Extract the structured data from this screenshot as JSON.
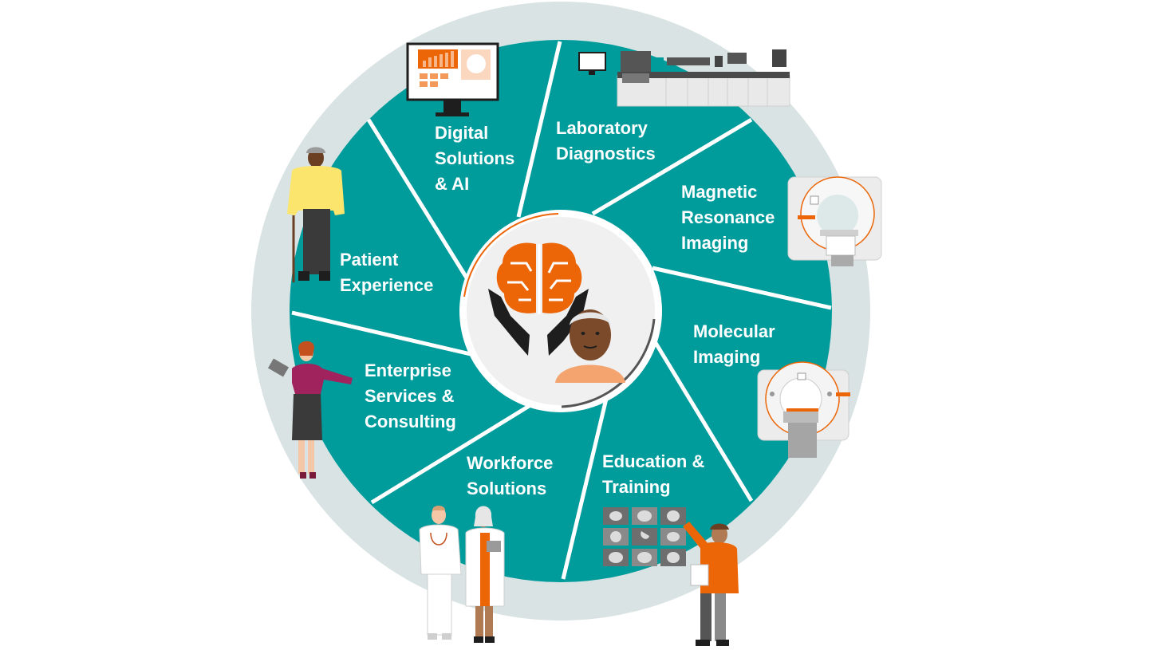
{
  "diagram": {
    "colors": {
      "outer_ring": "#d9e3e3",
      "segment": "#009b9b",
      "divider": "#ffffff",
      "center_bg": "#f0f0f0",
      "accent_orange": "#ec6608",
      "dark": "#1e1e1e"
    },
    "segments": [
      {
        "id": "digital",
        "lines": [
          "Digital",
          "Solutions",
          "& AI"
        ],
        "icon": "monitor-dashboard-icon"
      },
      {
        "id": "lab",
        "lines": [
          "Laboratory",
          "Diagnostics"
        ],
        "icon": "lab-analyzer-icon"
      },
      {
        "id": "mri",
        "lines": [
          "Magnetic",
          "Resonance",
          "Imaging"
        ],
        "icon": "mri-scanner-icon"
      },
      {
        "id": "molecular",
        "lines": [
          "Molecular",
          "Imaging"
        ],
        "icon": "pet-ct-scanner-icon"
      },
      {
        "id": "education",
        "lines": [
          "Education &",
          "Training"
        ],
        "icon": "teacher-with-xray-board-icon"
      },
      {
        "id": "workforce",
        "lines": [
          "Workforce",
          "Solutions"
        ],
        "icon": "clinicians-icon"
      },
      {
        "id": "enterprise",
        "lines": [
          "Enterprise",
          "Services &",
          "Consulting"
        ],
        "icon": "consultant-with-tablet-icon"
      },
      {
        "id": "patient",
        "lines": [
          "Patient",
          "Experience"
        ],
        "icon": "elderly-patient-with-cane-icon"
      }
    ],
    "center_icon": "brain-in-hands-with-patient-icon"
  }
}
